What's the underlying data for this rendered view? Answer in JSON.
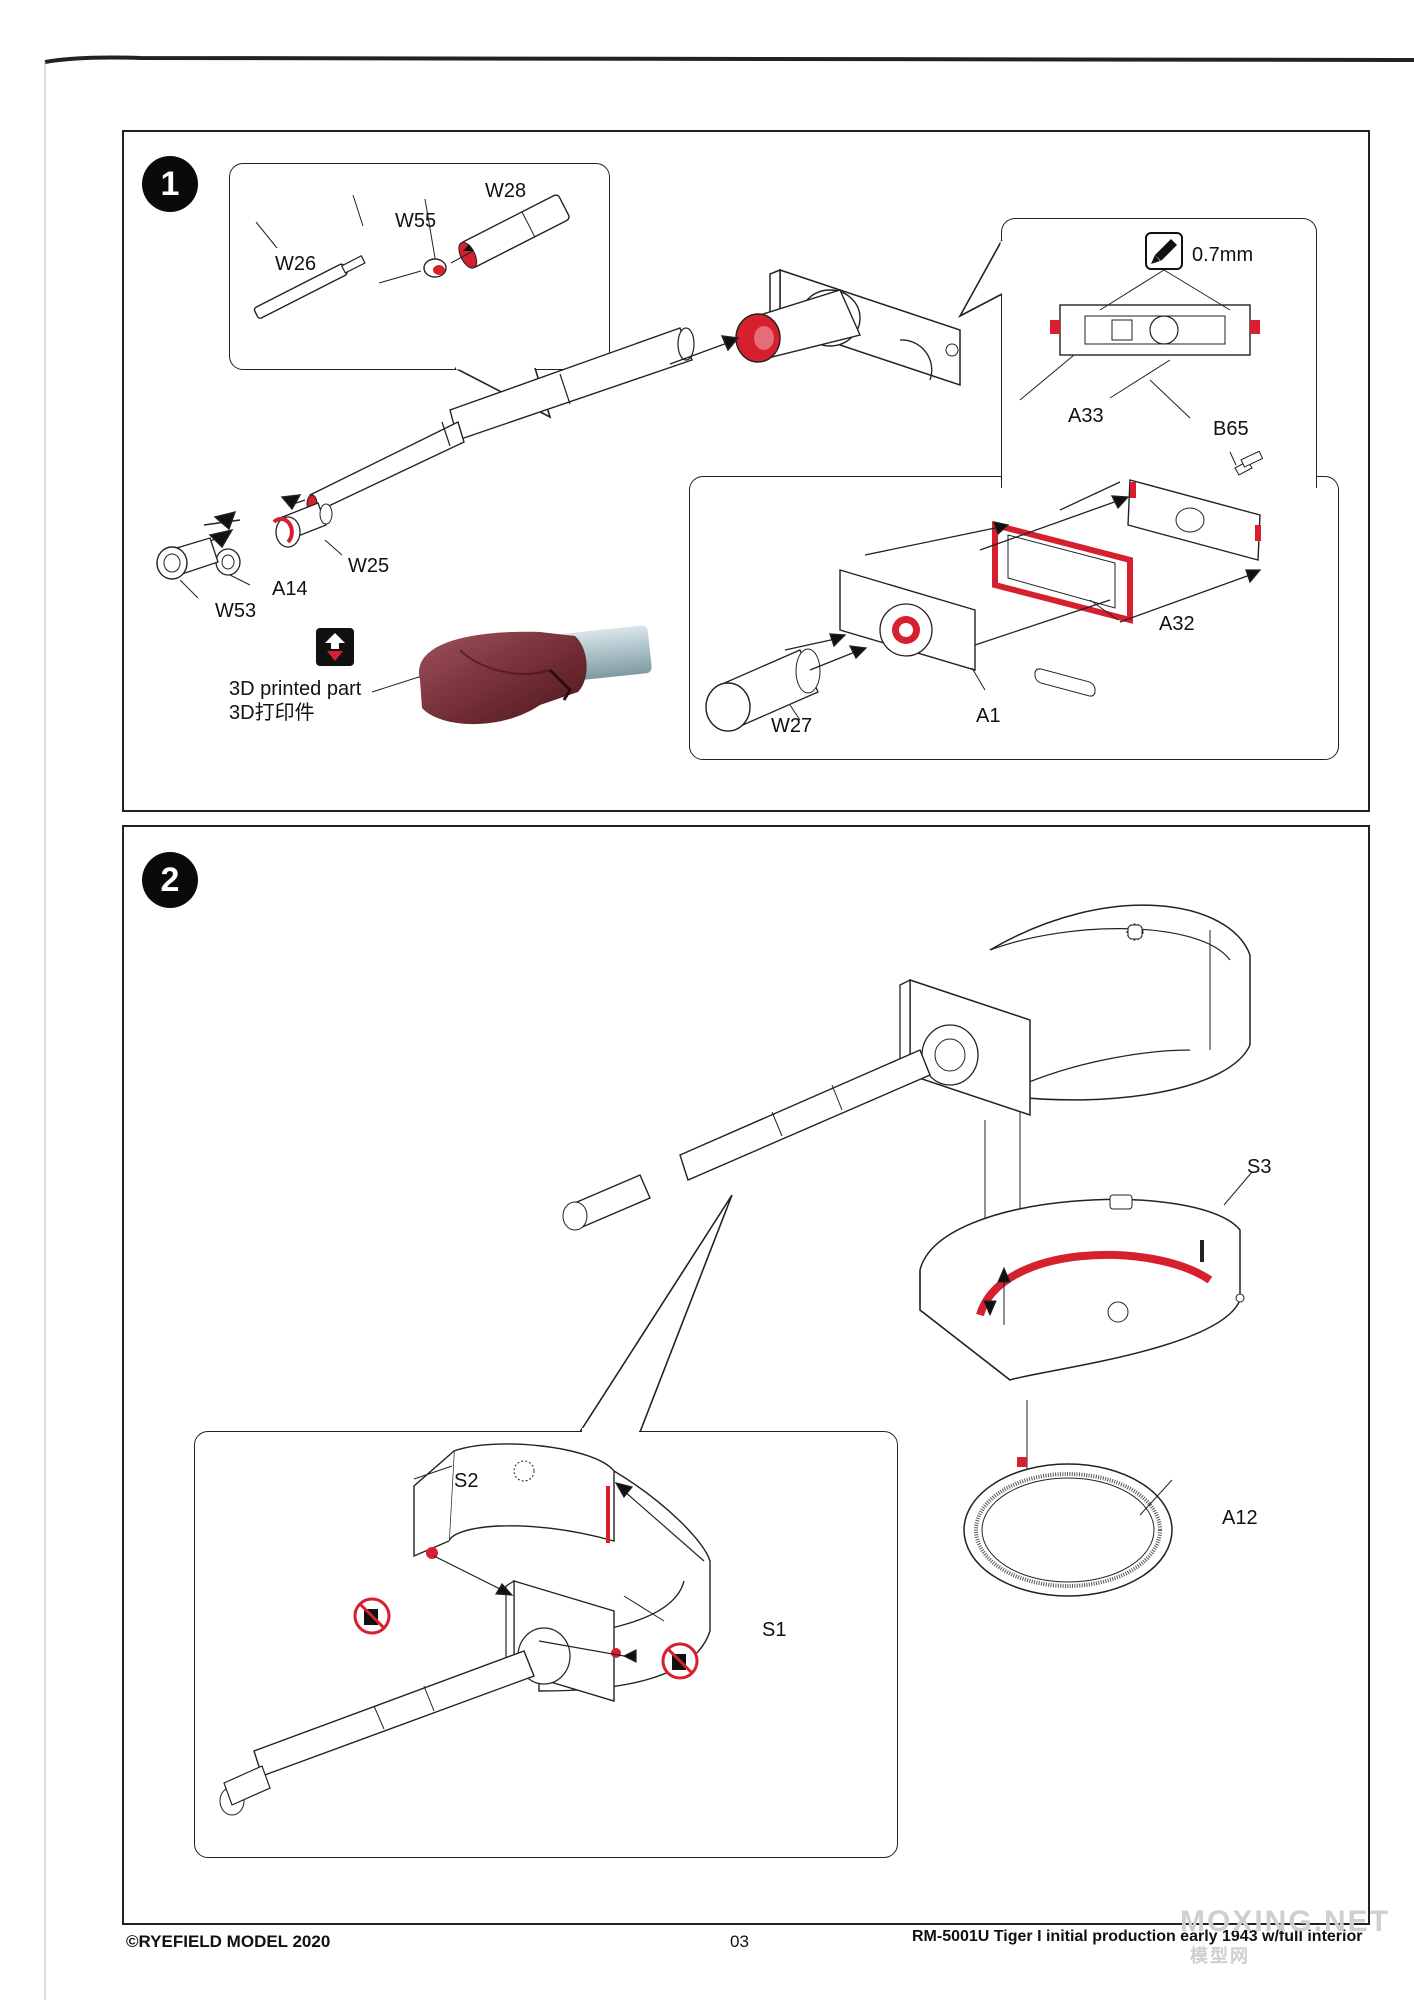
{
  "steps": [
    {
      "number": "1",
      "parts": {
        "w26": "W26",
        "w55": "W55",
        "w28": "W28",
        "w25": "W25",
        "a14": "A14",
        "w53": "W53",
        "a33": "A33",
        "b65": "B65",
        "a32": "A32",
        "a1": "A1",
        "w27": "W27"
      },
      "drill_size": "0.7mm",
      "printed_note_en": "3D printed part",
      "printed_note_cn": "3D打印件"
    },
    {
      "number": "2",
      "parts": {
        "s3": "S3",
        "s2": "S2",
        "s1": "S1",
        "a12": "A12"
      }
    }
  ],
  "footer": {
    "copyright": "©RYEFIELD MODEL 2020",
    "page_number": "03",
    "product": "RM-5001U Tiger I initial production early 1943 w/full interior"
  },
  "watermark": {
    "text": "MOXING.NET",
    "cn": "模型网"
  },
  "colors": {
    "glue_red": "#d6202e",
    "cover_brown": "#7a3038"
  }
}
